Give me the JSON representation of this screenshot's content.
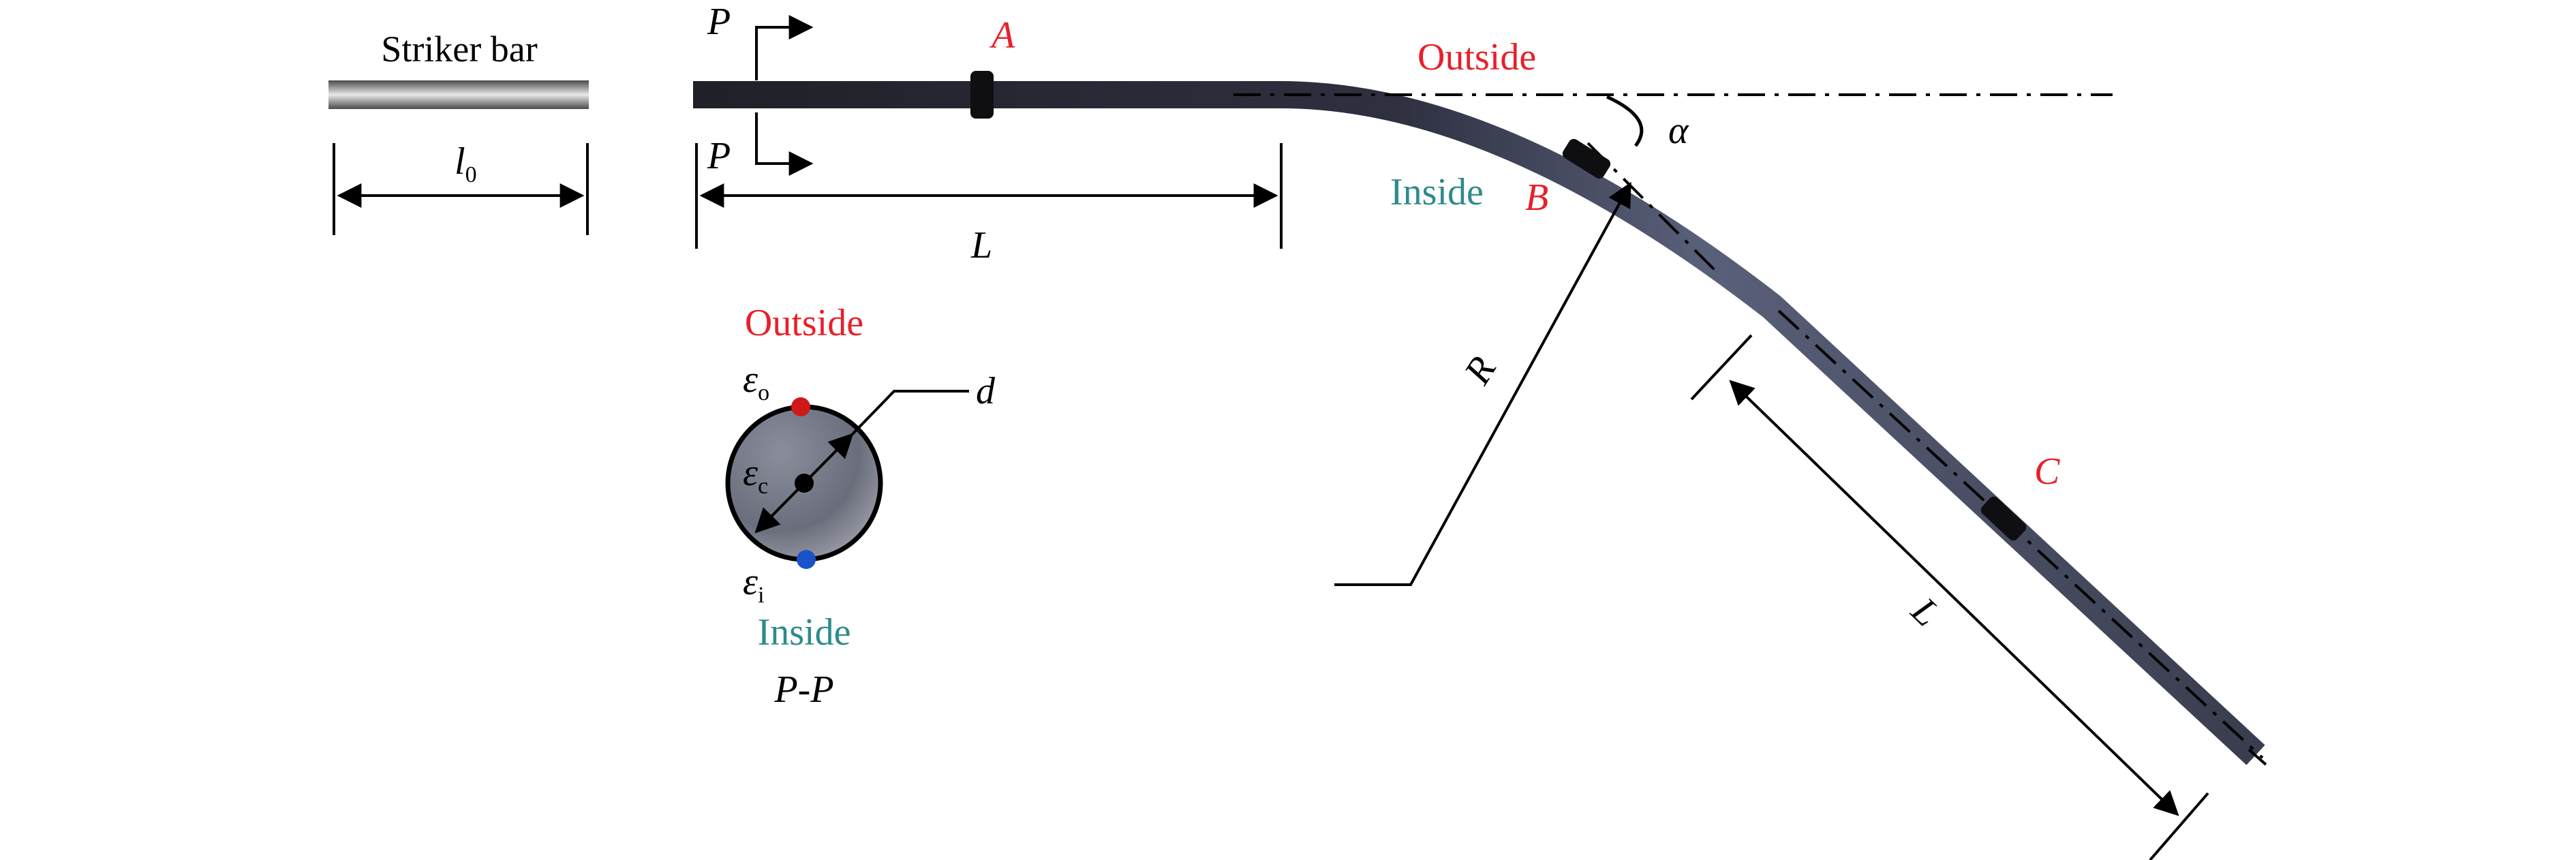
{
  "striker": {
    "label": "Striker bar",
    "length_symbol": "l",
    "length_subscript": "0"
  },
  "section_marks": {
    "top": "P",
    "bottom": "P",
    "caption": "P-P"
  },
  "gauges": {
    "a": "A",
    "b": "B",
    "c": "C"
  },
  "labels": {
    "outside_top": "Outside",
    "inside_mid": "Inside",
    "straight_length": "L",
    "inclined_length": "L",
    "radius": "R",
    "angle": "α"
  },
  "cross_section": {
    "outside": "Outside",
    "inside": "Inside",
    "diameter": "d",
    "strain_symbol": "ε",
    "strain_outer_sub": "o",
    "strain_center_sub": "c",
    "strain_inner_sub": "i"
  },
  "colors": {
    "red_label": "#e8202a",
    "teal_label": "#2e8b8b",
    "bar_dark": "#2b2c38",
    "bar_light": "#555a6e",
    "outer_dot": "#d01818",
    "inner_dot": "#1a52c8"
  }
}
